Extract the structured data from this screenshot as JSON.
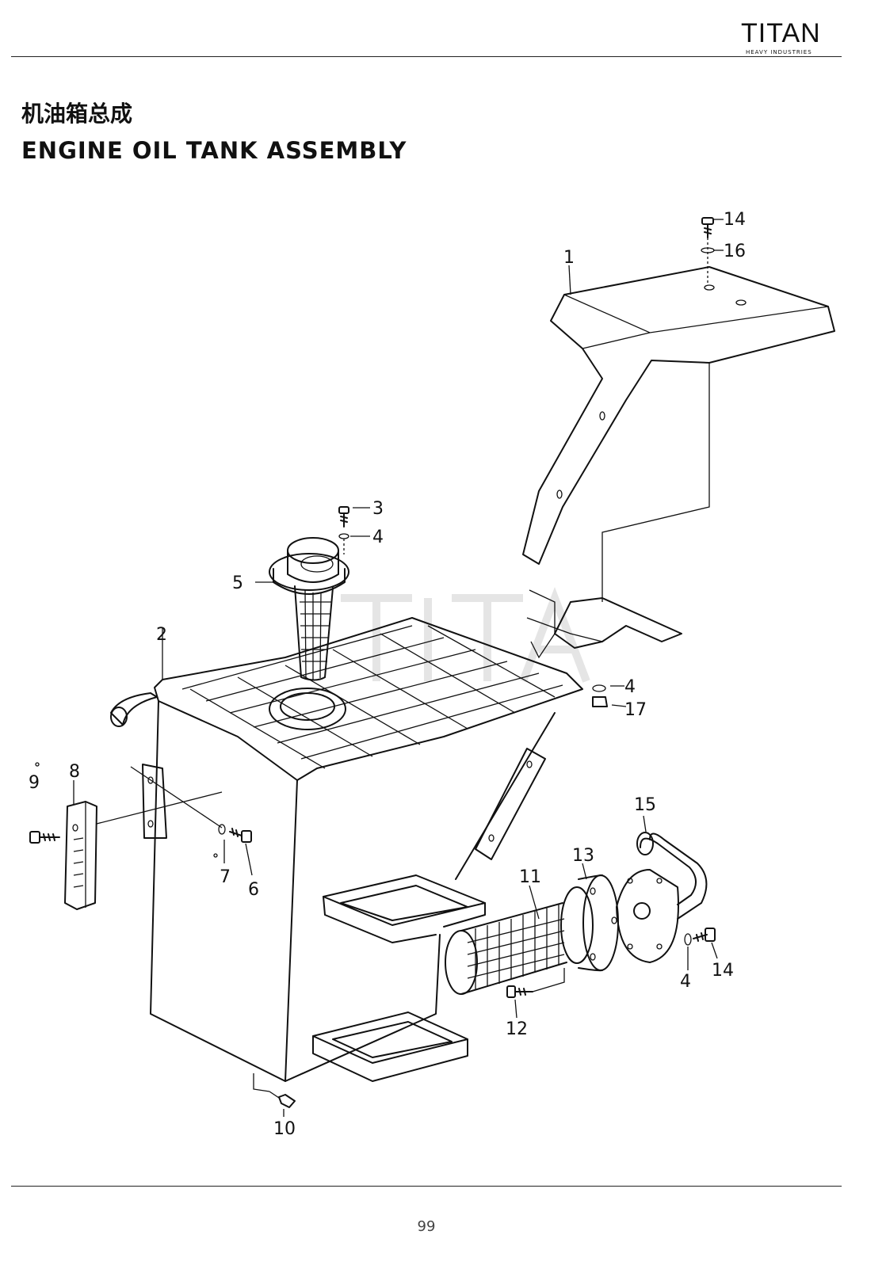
{
  "header": {
    "logo_word": "TITAN",
    "logo_sub": "HEAVY INDUSTRIES"
  },
  "title": {
    "cn": "机油箱总成",
    "en": "ENGINE OIL TANK ASSEMBLY"
  },
  "callouts": [
    {
      "id": "c1",
      "label": "1"
    },
    {
      "id": "c2",
      "label": "2"
    },
    {
      "id": "c3",
      "label": "3"
    },
    {
      "id": "c4a",
      "label": "4"
    },
    {
      "id": "c4b",
      "label": "4"
    },
    {
      "id": "c4c",
      "label": "4"
    },
    {
      "id": "c5",
      "label": "5"
    },
    {
      "id": "c6",
      "label": "6"
    },
    {
      "id": "c7",
      "label": "7"
    },
    {
      "id": "c8",
      "label": "8"
    },
    {
      "id": "c9",
      "label": "9"
    },
    {
      "id": "c10",
      "label": "10"
    },
    {
      "id": "c11",
      "label": "11"
    },
    {
      "id": "c12",
      "label": "12"
    },
    {
      "id": "c13",
      "label": "13"
    },
    {
      "id": "c14a",
      "label": "14"
    },
    {
      "id": "c14b",
      "label": "14"
    },
    {
      "id": "c15",
      "label": "15"
    },
    {
      "id": "c16",
      "label": "16"
    },
    {
      "id": "c17",
      "label": "17"
    }
  ],
  "footer": {
    "page_number": "99"
  }
}
